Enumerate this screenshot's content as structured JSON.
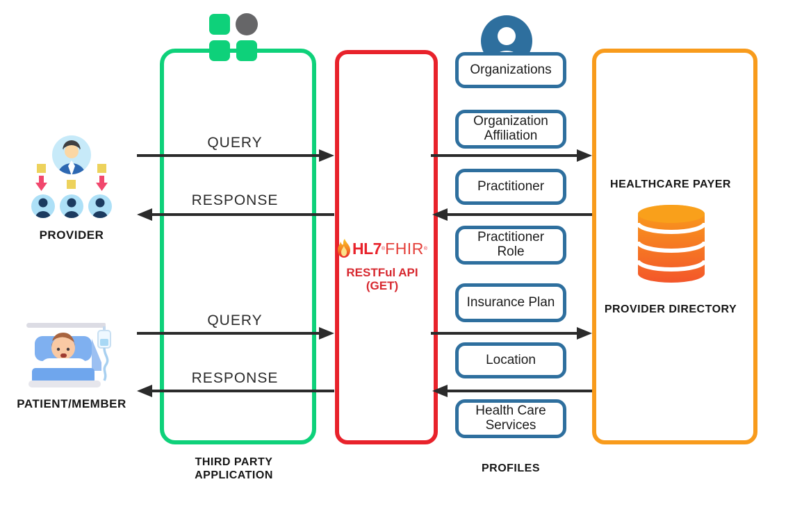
{
  "colors": {
    "third_party_green": "#0ed17a",
    "api_red": "#e8222b",
    "payer_orange": "#f89b1c",
    "profile_blue": "#2e6f9e",
    "arrow_black": "#2b2b2b",
    "database_top": "#f9a01b",
    "database_bottom": "#f3562a"
  },
  "actors": {
    "provider": {
      "label": "PROVIDER",
      "icon": "provider-group-icon"
    },
    "patient": {
      "label": "PATIENT/MEMBER",
      "icon": "patient-bed-icon"
    }
  },
  "third_party_app": {
    "label_line1": "THIRD PARTY",
    "label_line2": "APPLICATION",
    "icon": "app-squares-icon"
  },
  "api_gateway": {
    "brand_hl7": "HL7",
    "brand_fhir": "FHIR",
    "reg_mark": "®",
    "caption_line1": "RESTFul API",
    "caption_line2": "(GET)",
    "icon": "hl7-flame-icon"
  },
  "profiles": {
    "caption": "PROFILES",
    "icon": "person-circle-icon",
    "items": [
      "Organizations",
      "Organization Affiliation",
      "Practitioner",
      "Practitioner Role",
      "Insurance Plan",
      "Location",
      "Health Care Services"
    ]
  },
  "payer": {
    "title": "HEALTHCARE PAYER",
    "subtitle": "PROVIDER DIRECTORY",
    "icon": "database-icon"
  },
  "flows": {
    "upper": {
      "query": "QUERY",
      "response": "RESPONSE"
    },
    "lower": {
      "query": "QUERY",
      "response": "RESPONSE"
    }
  }
}
